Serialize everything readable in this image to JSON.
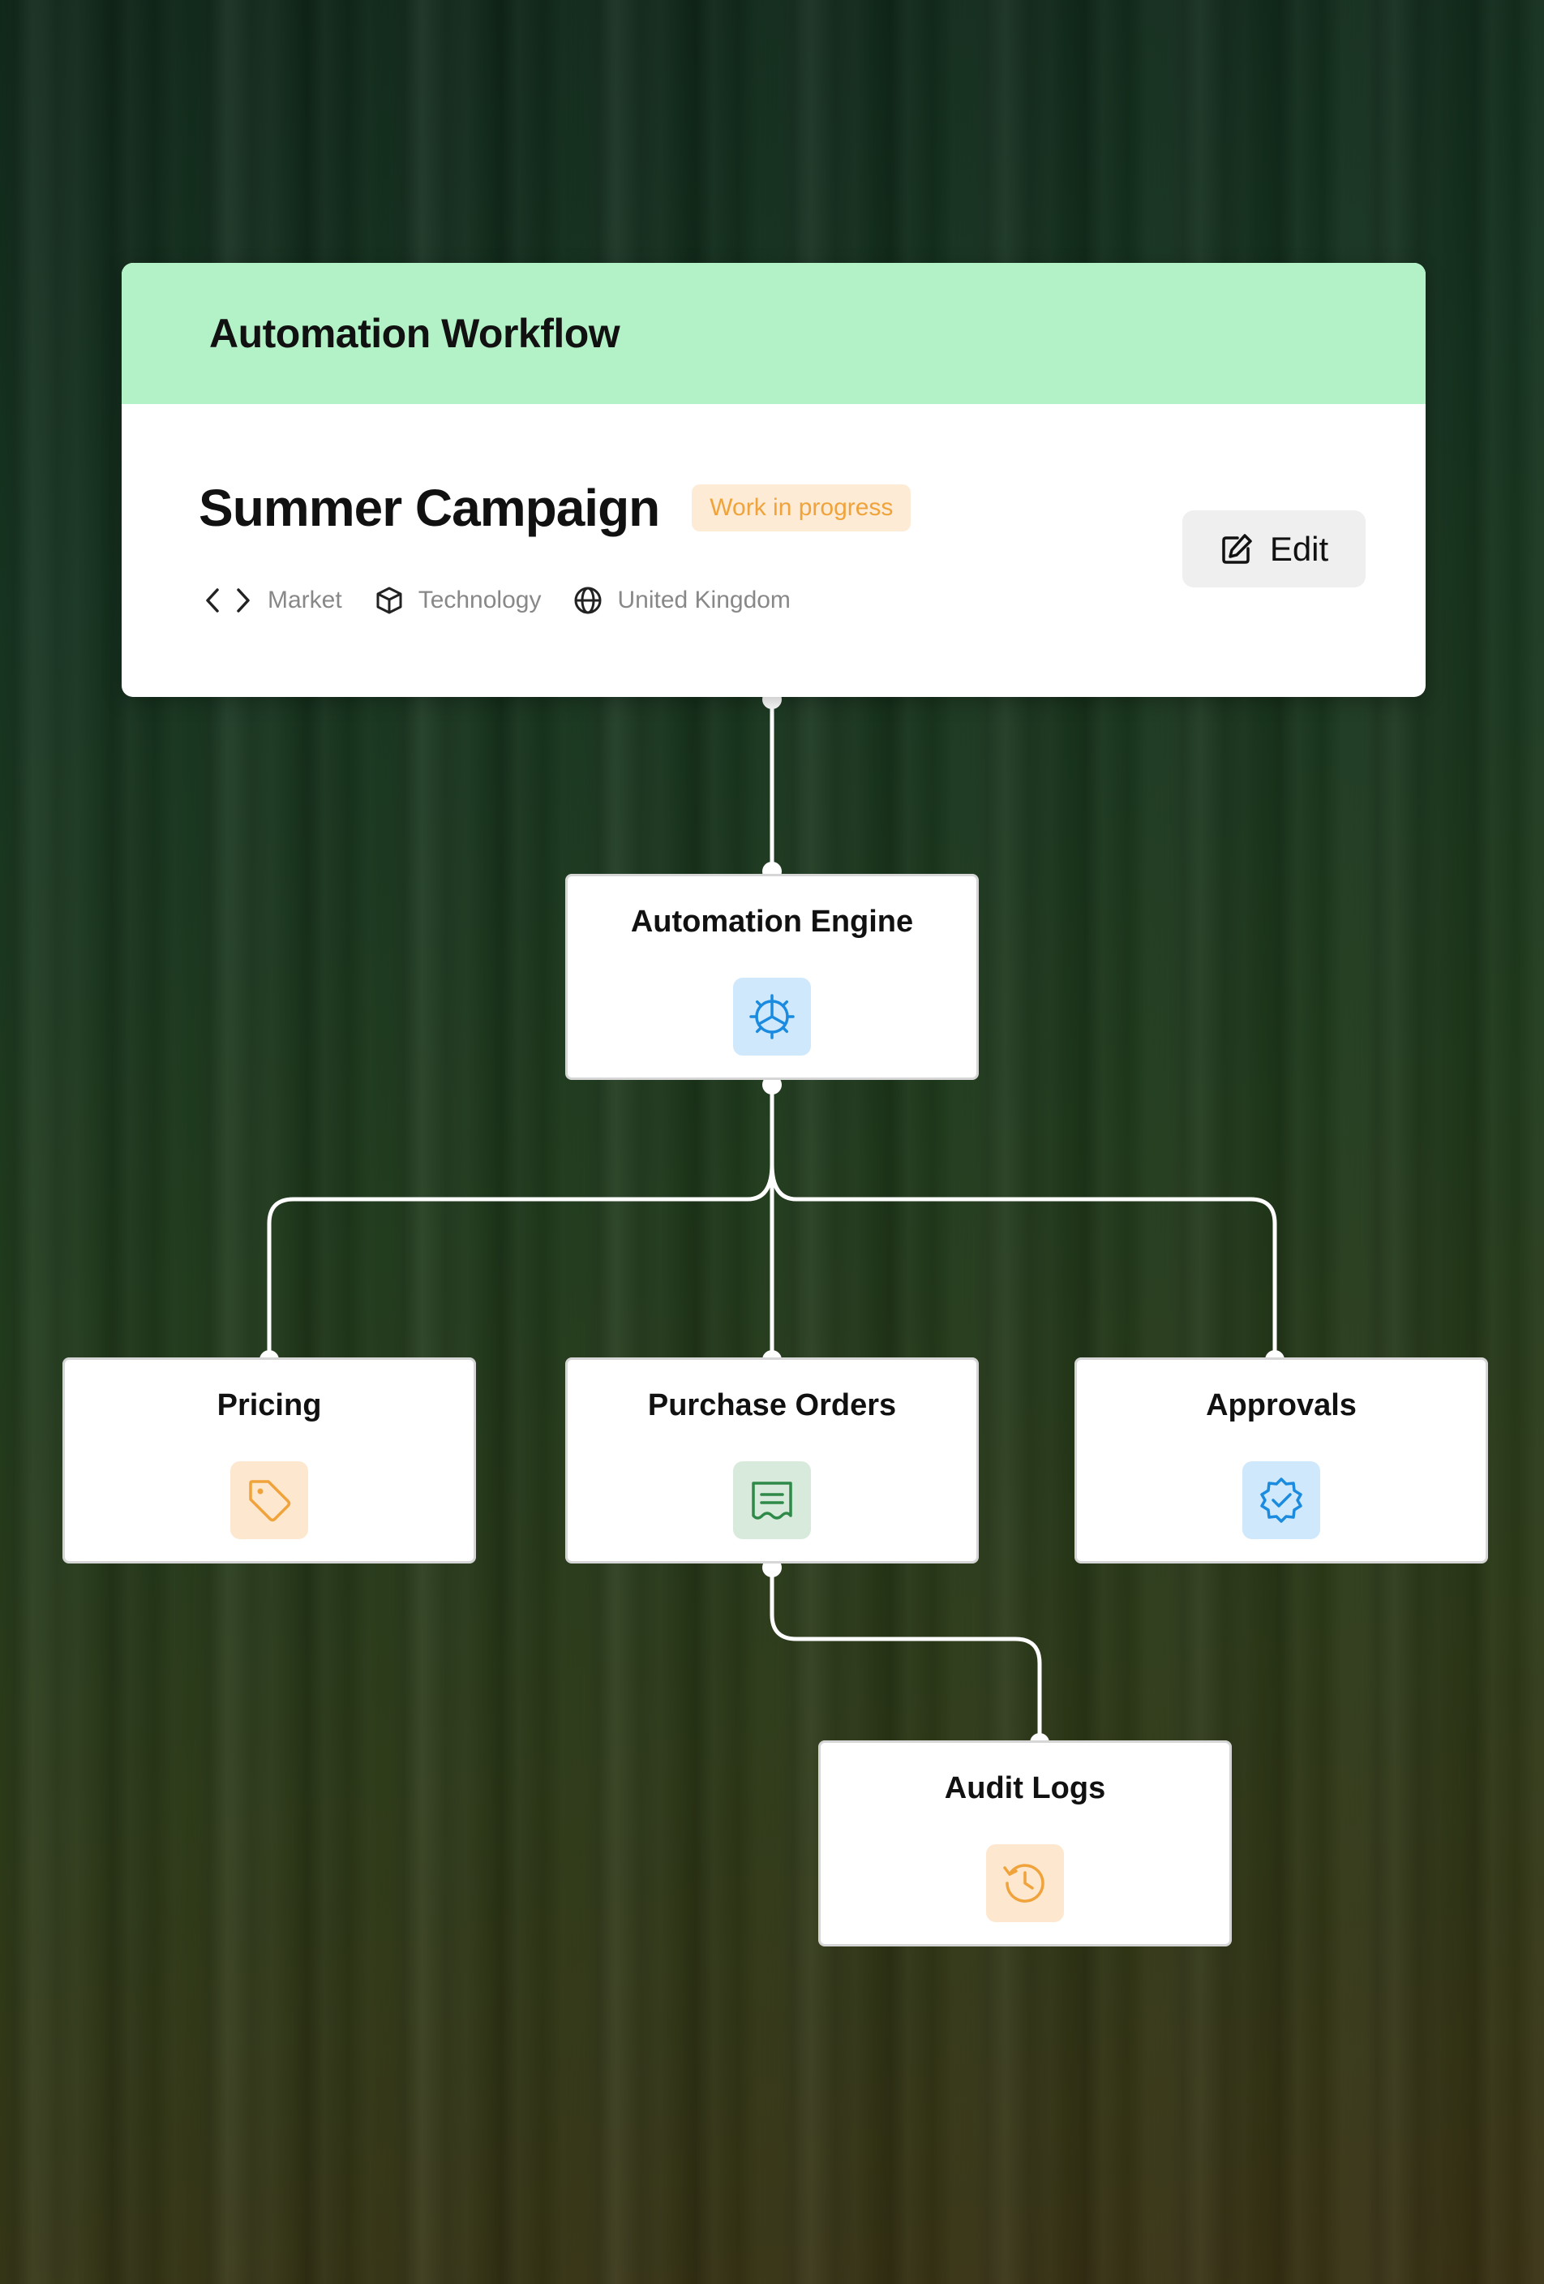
{
  "workflow": {
    "title": "Automation Workflow"
  },
  "campaign": {
    "name": "Summer Campaign",
    "status": "Work in progress",
    "meta": [
      {
        "icon": "code-icon",
        "label": "Market"
      },
      {
        "icon": "cube-icon",
        "label": "Technology"
      },
      {
        "icon": "globe-icon",
        "label": "United Kingdom"
      }
    ],
    "edit_label": "Edit"
  },
  "nodes": {
    "engine": {
      "title": "Automation Engine",
      "icon": "gear-icon",
      "icon_bg": "#cfe8fb",
      "icon_color": "#1b8be0"
    },
    "pricing": {
      "title": "Pricing",
      "icon": "tag-icon",
      "icon_bg": "#fde7cf",
      "icon_color": "#f0a33a"
    },
    "purchase": {
      "title": "Purchase Orders",
      "icon": "receipt-icon",
      "icon_bg": "#d7eadb",
      "icon_color": "#2f8a4a"
    },
    "approvals": {
      "title": "Approvals",
      "icon": "verified-badge-icon",
      "icon_bg": "#cfe8fb",
      "icon_color": "#1b8be0"
    },
    "audit": {
      "title": "Audit Logs",
      "icon": "history-icon",
      "icon_bg": "#fde7cf",
      "icon_color": "#f0a33a"
    }
  },
  "colors": {
    "header_bg": "#b3f2c6",
    "badge_bg": "#fdebd6",
    "badge_text": "#f0a33a",
    "connector": "#ffffff"
  }
}
